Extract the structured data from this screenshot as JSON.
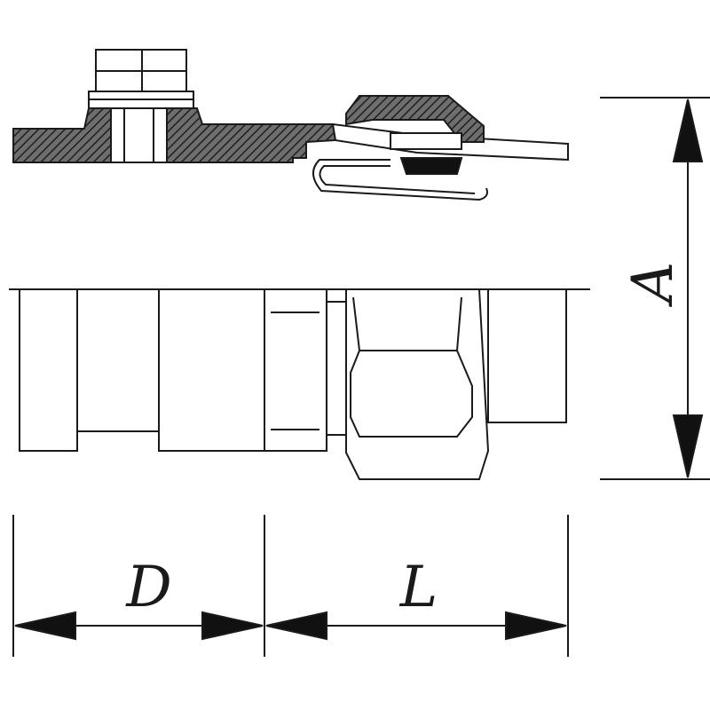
{
  "drawing": {
    "dimensions": {
      "height_label": "A",
      "width_label": "D",
      "length_label": "L"
    }
  }
}
